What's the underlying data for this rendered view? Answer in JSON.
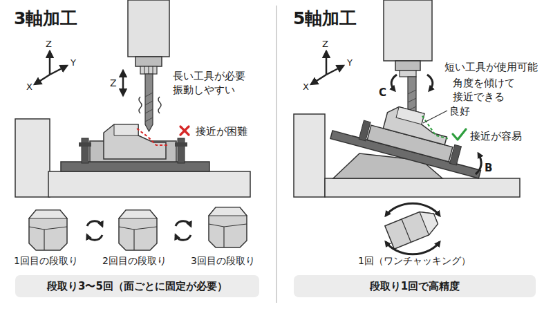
{
  "diagram": {
    "nodes": [
      {
        "text": [
          "段取り3〜5回（面ごとに固定が必要）"
        ]
      },
      {
        "text": [
          "段取り1回で高精度"
        ]
      }
    ],
    "labels": [
      "3軸加工",
      "5軸加工",
      "Z",
      "X",
      "Y",
      "Z",
      "長い工具が必要 振動しやすい",
      "接近が困難",
      "1回目の段取り",
      "2回目の段取り",
      "3回目の段取り",
      "Z",
      "X",
      "Y",
      "短い工具が使用可能",
      "C",
      "角度を傾けて 接近できる",
      "良好",
      "接近が容易",
      "B",
      "1回（ワンチャッキング）"
    ]
  }
}
